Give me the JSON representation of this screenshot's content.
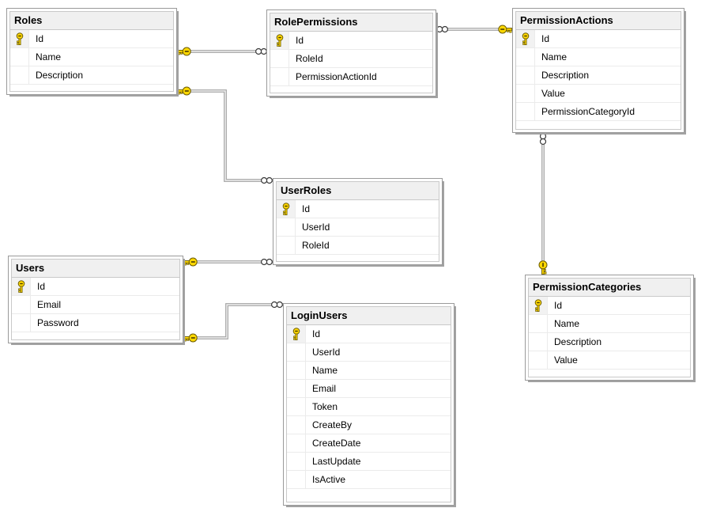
{
  "diagram": {
    "kind": "database-diagram",
    "colors": {
      "canvas_bg": "#ffffff",
      "table_border": "#9a9a9a",
      "table_shadow": "#a2a2a2",
      "header_bg": "#f0f0f0",
      "inner_border": "#c9c9c9",
      "grid_line": "#ebebeb",
      "key_gold": "#ffd800",
      "key_outline": "#6b5c00",
      "connector_gray": "#a3a3a3",
      "connector_core": "#efefef",
      "infinity_outline": "#3a3a3a"
    },
    "tables": {
      "roles": {
        "title": "Roles",
        "columns": [
          {
            "name": "Id",
            "pk": true
          },
          {
            "name": "Name",
            "pk": false
          },
          {
            "name": "Description",
            "pk": false
          }
        ]
      },
      "role_permissions": {
        "title": "RolePermissions",
        "columns": [
          {
            "name": "Id",
            "pk": true
          },
          {
            "name": "RoleId",
            "pk": false
          },
          {
            "name": "PermissionActionId",
            "pk": false
          }
        ]
      },
      "permission_actions": {
        "title": "PermissionActions",
        "columns": [
          {
            "name": "Id",
            "pk": true
          },
          {
            "name": "Name",
            "pk": false
          },
          {
            "name": "Description",
            "pk": false
          },
          {
            "name": "Value",
            "pk": false
          },
          {
            "name": "PermissionCategoryId",
            "pk": false
          }
        ]
      },
      "user_roles": {
        "title": "UserRoles",
        "columns": [
          {
            "name": "Id",
            "pk": true
          },
          {
            "name": "UserId",
            "pk": false
          },
          {
            "name": "RoleId",
            "pk": false
          }
        ]
      },
      "users": {
        "title": "Users",
        "columns": [
          {
            "name": "Id",
            "pk": true
          },
          {
            "name": "Email",
            "pk": false
          },
          {
            "name": "Password",
            "pk": false
          }
        ]
      },
      "login_users": {
        "title": "LoginUsers",
        "columns": [
          {
            "name": "Id",
            "pk": true
          },
          {
            "name": "UserId",
            "pk": false
          },
          {
            "name": "Name",
            "pk": false
          },
          {
            "name": "Email",
            "pk": false
          },
          {
            "name": "Token",
            "pk": false
          },
          {
            "name": "CreateBy",
            "pk": false
          },
          {
            "name": "CreateDate",
            "pk": false
          },
          {
            "name": "LastUpdate",
            "pk": false
          },
          {
            "name": "IsActive",
            "pk": false
          }
        ]
      },
      "permission_categories": {
        "title": "PermissionCategories",
        "columns": [
          {
            "name": "Id",
            "pk": true
          },
          {
            "name": "Name",
            "pk": false
          },
          {
            "name": "Description",
            "pk": false
          },
          {
            "name": "Value",
            "pk": false
          }
        ]
      }
    },
    "relationships": [
      {
        "one_side": "Roles",
        "many_side": "RolePermissions"
      },
      {
        "one_side": "PermissionActions",
        "many_side": "RolePermissions"
      },
      {
        "one_side": "Roles",
        "many_side": "UserRoles"
      },
      {
        "one_side": "Users",
        "many_side": "UserRoles"
      },
      {
        "one_side": "Users",
        "many_side": "LoginUsers"
      },
      {
        "one_side": "PermissionCategories",
        "many_side": "PermissionActions"
      }
    ]
  }
}
